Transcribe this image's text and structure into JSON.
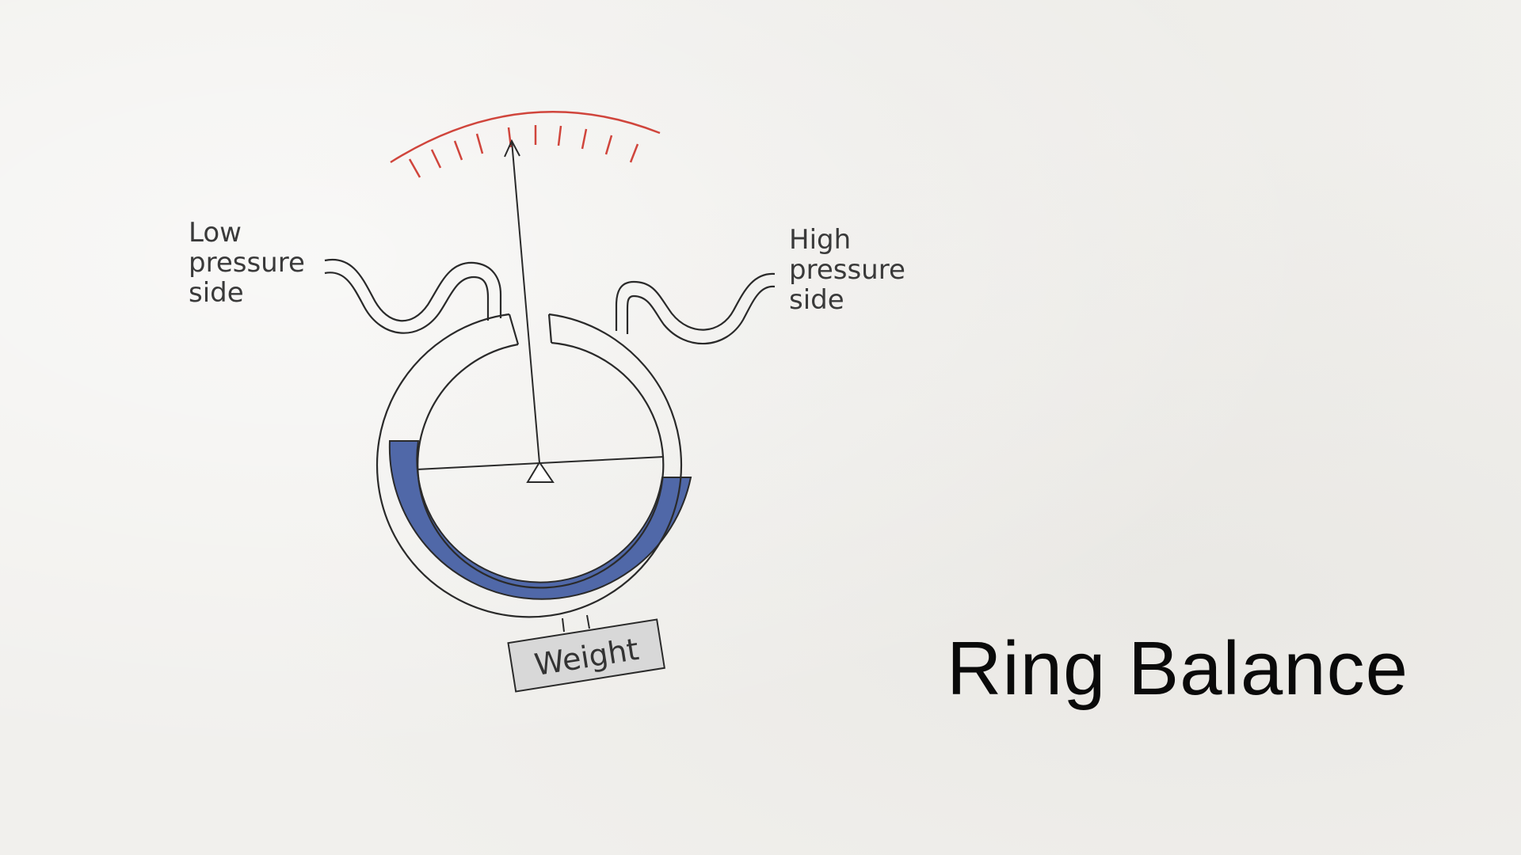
{
  "slide": {
    "title": "Ring Balance"
  },
  "diagram": {
    "low_side_label": [
      "Low",
      "pressure",
      "side"
    ],
    "high_side_label": [
      "High",
      "pressure",
      "side"
    ],
    "weight_label": "Weight",
    "colors": {
      "fluid": "#5068a8",
      "scale": "#d0453c",
      "line": "#2a2a2a",
      "weight_box": "#d8d8d8"
    }
  }
}
